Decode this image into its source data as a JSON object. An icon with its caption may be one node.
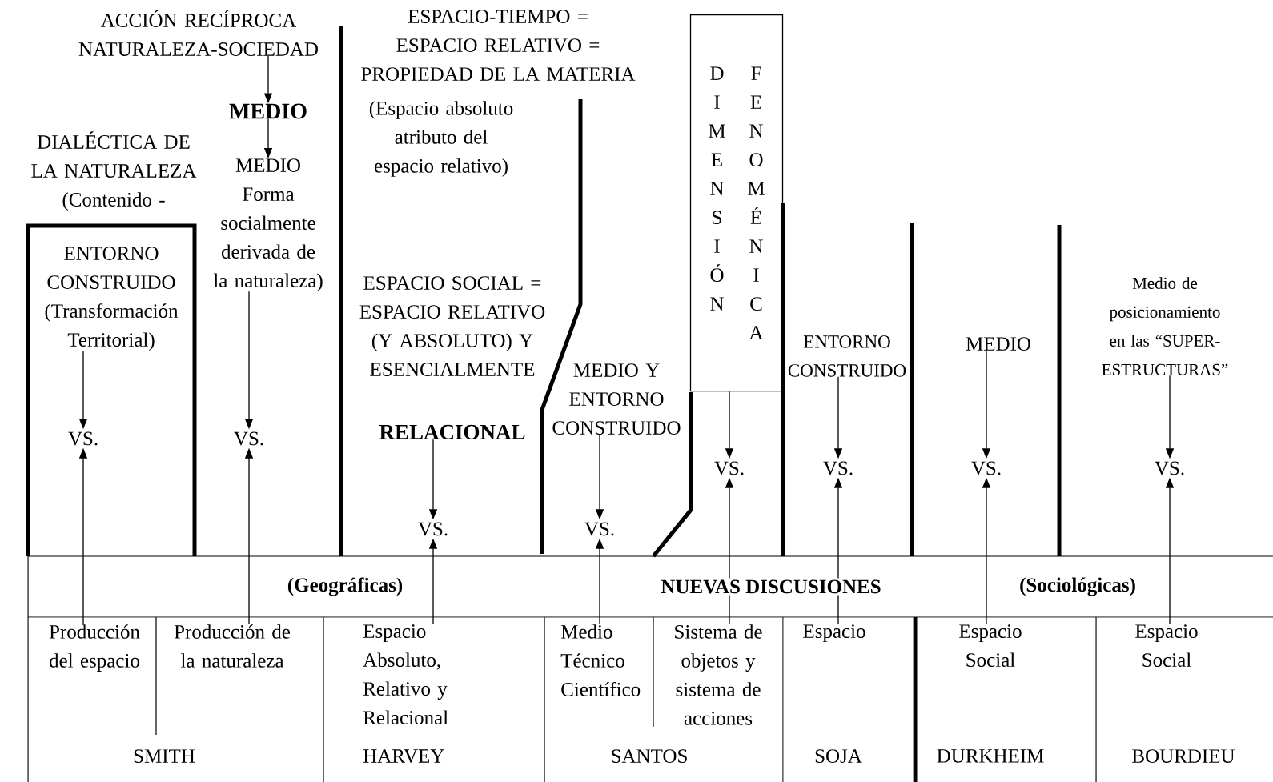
{
  "diagram": {
    "nodes": [
      {
        "text": [
          "ACCIÓN RECÍPROCA NATURALEZA-SOCIEDAD"
        ]
      },
      {
        "text": [
          "MEDIO"
        ]
      },
      {
        "text": [
          "MEDIO",
          "Forma socialmente derivada de la naturaleza)"
        ]
      },
      {
        "text": [
          "ENTORNO CONSTRUIDO (Transformación Territorial)"
        ]
      },
      {
        "text": [
          "ESPACIO SOCIAL = ESPACIO RELATIVO (Y ABSOLUTO) Y ESENCIALMENTE",
          "RELACIONAL"
        ]
      },
      {
        "text": [
          "MEDIO Y ENTORNO CONSTRUIDO"
        ]
      },
      {
        "text": [
          "DIMENSIÓN",
          "FENOMÉNICA"
        ]
      },
      {
        "text": [
          "ENTORNO CONSTRUIDO"
        ]
      },
      {
        "text": [
          "MEDIO"
        ]
      },
      {
        "text": [
          "Medio de posicionamiento en las “SUPER-ESTRUCTURAS”"
        ]
      },
      {
        "text": [
          "VS."
        ]
      },
      {
        "text": [
          "VS."
        ]
      },
      {
        "text": [
          "VS."
        ]
      },
      {
        "text": [
          "VS."
        ]
      },
      {
        "text": [
          "VS."
        ]
      },
      {
        "text": [
          "VS."
        ]
      },
      {
        "text": [
          "VS."
        ]
      },
      {
        "text": [
          "VS."
        ]
      },
      {
        "text": [
          "Producción del espacio"
        ]
      },
      {
        "text": [
          "Producción de la naturaleza"
        ]
      },
      {
        "text": [
          "Espacio Absoluto, Relativo y Relacional"
        ]
      },
      {
        "text": [
          "Medio Técnico Científico"
        ]
      },
      {
        "text": [
          "Sistema de objetos y sistema de acciones"
        ]
      },
      {
        "text": [
          "Espacio"
        ]
      },
      {
        "text": [
          "Espacio Social"
        ]
      },
      {
        "text": [
          "Espacio Social"
        ]
      }
    ],
    "edges": [
      {
        "from": 0,
        "to": 1,
        "arrow": "to"
      },
      {
        "from": 1,
        "to": 2,
        "arrow": "to"
      },
      {
        "from": 3,
        "to": 10,
        "arrow": "to"
      },
      {
        "from": 18,
        "to": 10,
        "arrow": "to"
      },
      {
        "from": 2,
        "to": 11,
        "arrow": "to"
      },
      {
        "from": 19,
        "to": 11,
        "arrow": "to"
      },
      {
        "from": 4,
        "to": 12,
        "arrow": "to"
      },
      {
        "from": 20,
        "to": 12,
        "arrow": "to"
      },
      {
        "from": 5,
        "to": 13,
        "arrow": "to"
      },
      {
        "from": 21,
        "to": 13,
        "arrow": "to"
      },
      {
        "from": 6,
        "to": 14,
        "arrow": "to"
      },
      {
        "from": 22,
        "to": 14,
        "arrow": "to"
      },
      {
        "from": 7,
        "to": 15,
        "arrow": "to"
      },
      {
        "from": 23,
        "to": 15,
        "arrow": "to"
      },
      {
        "from": 8,
        "to": 16,
        "arrow": "to"
      },
      {
        "from": 24,
        "to": 16,
        "arrow": "to"
      },
      {
        "from": 9,
        "to": 17,
        "arrow": "to"
      },
      {
        "from": 25,
        "to": 17,
        "arrow": "to"
      }
    ],
    "labels": [
      "DIALÉCTICA DE LA NATURALEZA (Contenido -",
      "ESPACIO-TIEMPO = ESPACIO RELATIVO = PROPIEDAD DE LA MATERIA",
      "(Espacio absoluto atributo del espacio relativo)",
      "(Geográficas)",
      "NUEVAS DISCUSIONES",
      "(Sociológicas)",
      "SMITH",
      "HARVEY",
      "SANTOS",
      "SOJA",
      "DURKHEIM",
      "BOURDIEU"
    ]
  }
}
